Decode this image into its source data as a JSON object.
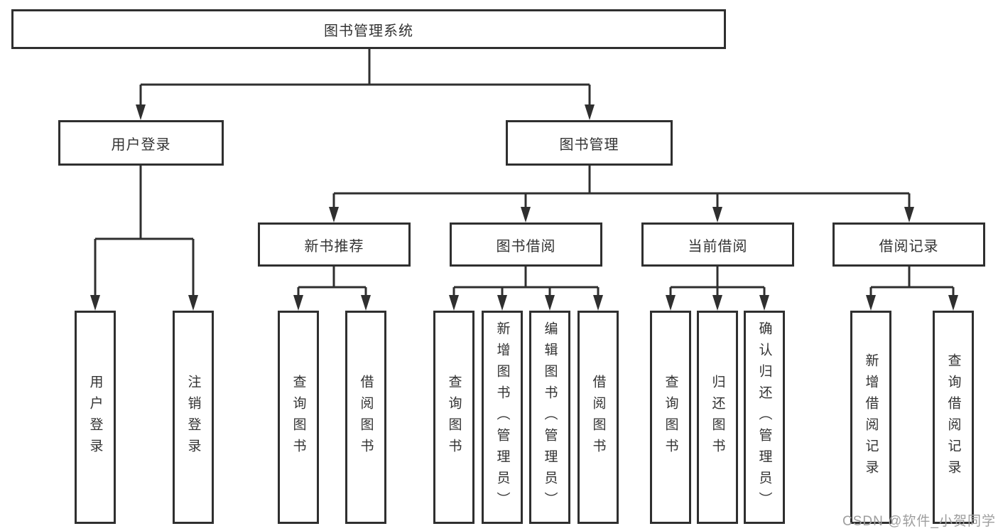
{
  "diagram": {
    "root": {
      "label": "图书管理系统"
    },
    "branches": [
      {
        "label": "用户登录",
        "leaves": [
          {
            "label": "用户登录"
          },
          {
            "label": "注销登录"
          }
        ]
      },
      {
        "label": "图书管理",
        "groups": [
          {
            "label": "新书推荐",
            "leaves": [
              {
                "label": "查询图书"
              },
              {
                "label": "借阅图书"
              }
            ]
          },
          {
            "label": "图书借阅",
            "leaves": [
              {
                "label": "查询图书"
              },
              {
                "label": "新增图书（管理员）"
              },
              {
                "label": "编辑图书（管理员）"
              },
              {
                "label": "借阅图书"
              }
            ]
          },
          {
            "label": "当前借阅",
            "leaves": [
              {
                "label": "查询图书"
              },
              {
                "label": "归还图书"
              },
              {
                "label": "确认归还（管理员）"
              }
            ]
          },
          {
            "label": "借阅记录",
            "leaves": [
              {
                "label": "新增借阅记录"
              },
              {
                "label": "查询借阅记录"
              }
            ]
          }
        ]
      }
    ]
  },
  "watermark": {
    "text": "CSDN @软件_小贺同学"
  },
  "colors": {
    "line": "#2f2f2f",
    "box_border": "#2f2f2f",
    "box_fill": "#ffffff",
    "text": "#333333",
    "background": "#ffffff",
    "watermark": "#9e9e9e"
  }
}
